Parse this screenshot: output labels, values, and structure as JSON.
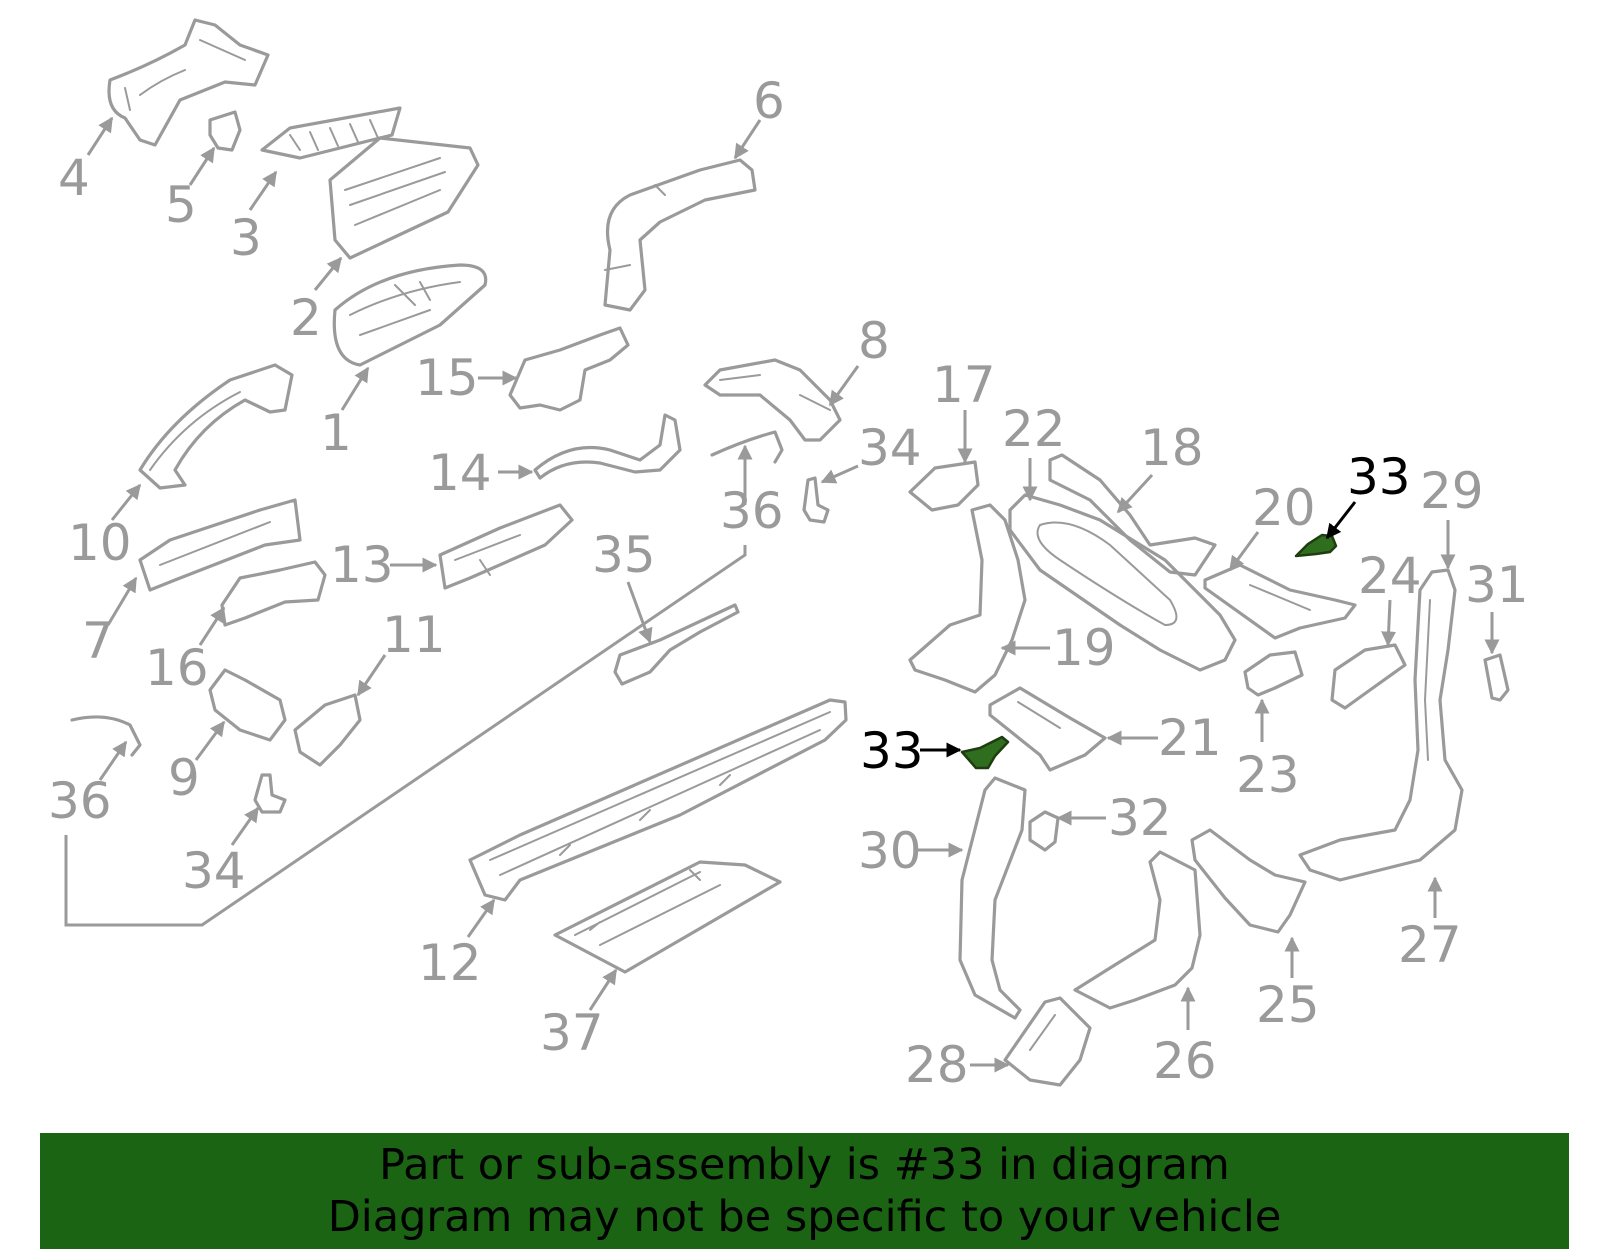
{
  "colors": {
    "part_line": "#9a9a9a",
    "highlight_fill": "#2f6d1f",
    "highlight_label": "#000000",
    "banner_background": "#1a6414",
    "banner_text": "#000000"
  },
  "highlighted_part": "33",
  "callouts": {
    "c1": "1",
    "c2": "2",
    "c3": "3",
    "c4": "4",
    "c5": "5",
    "c6": "6",
    "c7": "7",
    "c8": "8",
    "c9": "9",
    "c10": "10",
    "c11": "11",
    "c12": "12",
    "c13": "13",
    "c14": "14",
    "c15": "15",
    "c16": "16",
    "c17": "17",
    "c18": "18",
    "c19": "19",
    "c20": "20",
    "c21": "21",
    "c22": "22",
    "c23": "23",
    "c24": "24",
    "c25": "25",
    "c26": "26",
    "c27": "27",
    "c28": "28",
    "c29": "29",
    "c30": "30",
    "c31": "31",
    "c32": "32",
    "c33_upper": "33",
    "c33_lower": "33",
    "c34_upper": "34",
    "c34_lower": "34",
    "c35": "35",
    "c36_upper": "36",
    "c36_lower": "36",
    "c37": "37"
  },
  "banner": {
    "line1": "Part or sub-assembly is #33 in diagram",
    "line2": "Diagram may not be specific to your vehicle"
  }
}
